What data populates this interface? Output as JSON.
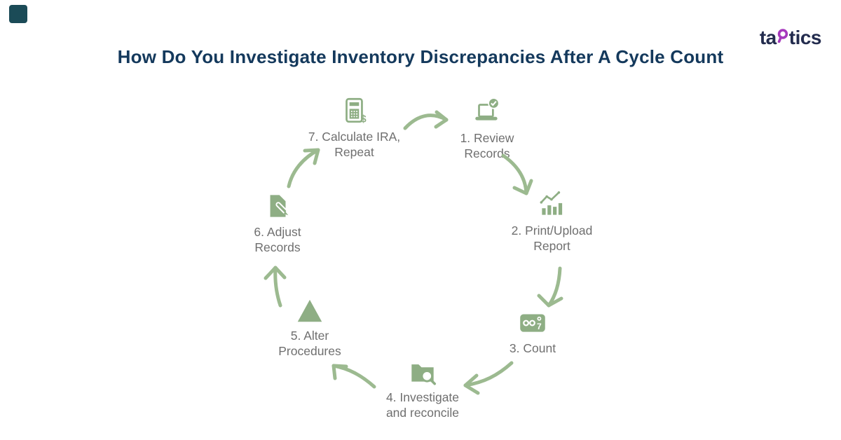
{
  "header": {
    "title": "How Do You Investigate Inventory Discrepancies After A Cycle Count",
    "title_color": "#14395c"
  },
  "logo": {
    "part1": "ta",
    "part2": "tics",
    "q_letter": "q",
    "text_color": "#232c4e",
    "q_color": "#a638bd"
  },
  "corner_mark": {
    "color": "#1b4b57"
  },
  "diagram": {
    "icon_color": "#8eae84",
    "arrow_color": "#9cba90",
    "label_color": "#6f6f6f",
    "counter_digit": "7",
    "dollar_sign": "$",
    "steps": [
      {
        "icon": "laptop-check-icon",
        "line1": "1. Review",
        "line2": "Records"
      },
      {
        "icon": "chart-report-icon",
        "line1": "2. Print/Upload",
        "line2": "Report"
      },
      {
        "icon": "tally-counter-icon",
        "line1": "3. Count",
        "line2": ""
      },
      {
        "icon": "folder-search-icon",
        "line1": "4. Investigate",
        "line2": "and reconcile"
      },
      {
        "icon": "delta-triangle-icon",
        "line1": "5. Alter",
        "line2": "Procedures"
      },
      {
        "icon": "document-edit-icon",
        "line1": "6. Adjust",
        "line2": "Records"
      },
      {
        "icon": "calculator-icon",
        "line1": "7. Calculate IRA,",
        "line2": "Repeat"
      }
    ]
  }
}
